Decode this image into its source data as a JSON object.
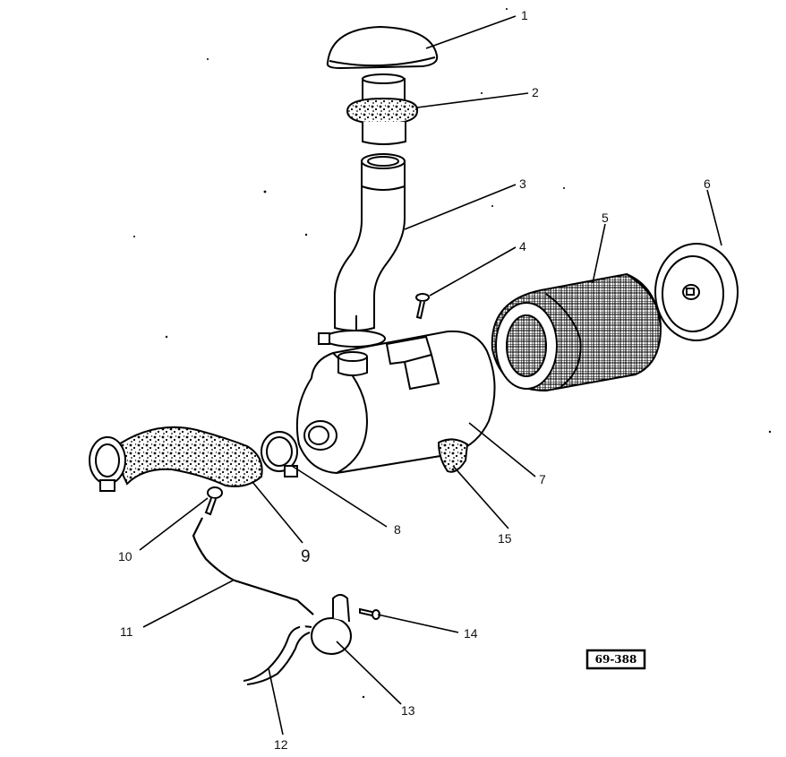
{
  "callouts": {
    "c1": "1",
    "c2": "2",
    "c3": "3",
    "c4": "4",
    "c5": "5",
    "c6": "6",
    "c7": "7",
    "c8": "8",
    "c9": "9",
    "c10": "10",
    "c11": "11",
    "c12": "12",
    "c13": "13",
    "c14": "14",
    "c15": "15"
  },
  "reference_code": "69-388",
  "colors": {
    "ink": "#000000",
    "paper": "#ffffff"
  }
}
